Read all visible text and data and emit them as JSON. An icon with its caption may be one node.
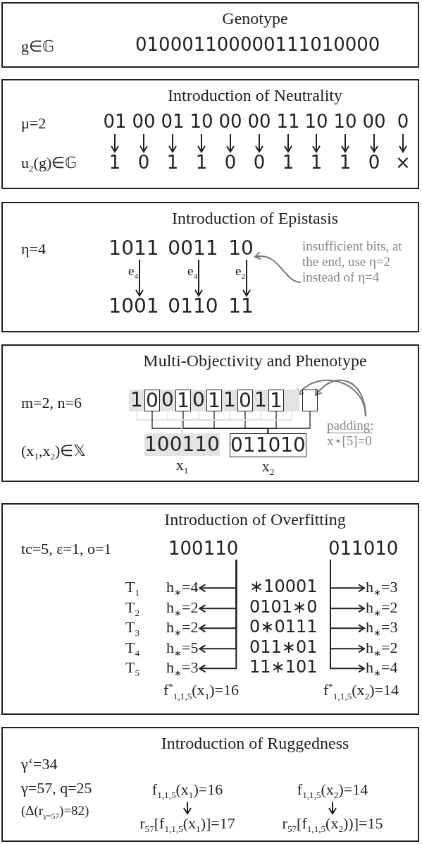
{
  "diagram": {
    "nodes": [
      {
        "text": [
          "Genotype"
        ]
      },
      {
        "text": [
          "Introduction of Neutrality"
        ]
      },
      {
        "text": [
          "01"
        ],
        "in": 1
      },
      {
        "text": [
          "00"
        ],
        "in": 1
      },
      {
        "text": [
          "01"
        ],
        "in": 1
      },
      {
        "text": [
          "10"
        ],
        "in": 1
      },
      {
        "text": [
          "00"
        ],
        "in": 1
      },
      {
        "text": [
          "00"
        ],
        "in": 1
      },
      {
        "text": [
          "11"
        ],
        "in": 1
      },
      {
        "text": [
          "10"
        ],
        "in": 1
      },
      {
        "text": [
          "10"
        ],
        "in": 1
      },
      {
        "text": [
          "00"
        ],
        "in": 1
      },
      {
        "text": [
          "0"
        ],
        "in": 1
      },
      {
        "text": [
          "1"
        ],
        "in": 1
      },
      {
        "text": [
          "0"
        ],
        "in": 1
      },
      {
        "text": [
          "1"
        ],
        "in": 1
      },
      {
        "text": [
          "1"
        ],
        "in": 1
      },
      {
        "text": [
          "0"
        ],
        "in": 1
      },
      {
        "text": [
          "0"
        ],
        "in": 1
      },
      {
        "text": [
          "1"
        ],
        "in": 1
      },
      {
        "text": [
          "1"
        ],
        "in": 1
      },
      {
        "text": [
          "1"
        ],
        "in": 1
      },
      {
        "text": [
          "0"
        ],
        "in": 1
      },
      {
        "text": [
          "×"
        ],
        "in": 1
      },
      {
        "text": [
          "Introduction of Epistasis"
        ]
      },
      {
        "text": [
          "1011"
        ],
        "in": 24
      },
      {
        "text": [
          "0011"
        ],
        "in": 24
      },
      {
        "text": [
          "10"
        ],
        "in": 24
      },
      {
        "text": [
          "1001"
        ],
        "in": 24
      },
      {
        "text": [
          "0110"
        ],
        "in": 24
      },
      {
        "text": [
          "11"
        ],
        "in": 24
      },
      {
        "text": [
          "insufficient bits, at the end, use η=2 instead of η=4"
        ],
        "in": 24
      },
      {
        "text": [
          "Multi-Objectivity and Phenotype"
        ]
      },
      {
        "text": [
          "1"
        ],
        "in": 32
      },
      {
        "text": [
          "0"
        ],
        "in": 32
      },
      {
        "text": [
          "0"
        ],
        "in": 32
      },
      {
        "text": [
          "1"
        ],
        "in": 32
      },
      {
        "text": [
          "0"
        ],
        "in": 32
      },
      {
        "text": [
          "1"
        ],
        "in": 32
      },
      {
        "text": [
          "1"
        ],
        "in": 32
      },
      {
        "text": [
          "0"
        ],
        "in": 32
      },
      {
        "text": [
          "1"
        ],
        "in": 32
      },
      {
        "text": [
          "1"
        ],
        "in": 32
      },
      {
        "text": [],
        "shape": "box",
        "in": 32
      },
      {
        "text": [],
        "shape": "box",
        "in": 32
      },
      {
        "text": [
          "100110"
        ],
        "in": 32,
        "beside": [
          "x$_{1}$"
        ]
      },
      {
        "text": [
          "011010"
        ],
        "in": 32,
        "beside": [
          "x$_{2}$"
        ]
      },
      {
        "text": [
          "padding:",
          "x⋆[5]=0"
        ],
        "in": 32
      },
      {
        "text": [
          "Introduction of Overfitting"
        ]
      },
      {
        "text": [
          "100110"
        ],
        "in": 48
      },
      {
        "text": [
          "011010"
        ],
        "in": 48
      },
      {
        "text": [
          "h$_{∗}$=4"
        ],
        "in": 48
      },
      {
        "text": [
          "h$_{∗}$=2"
        ],
        "in": 48
      },
      {
        "text": [
          "h$_{∗}$=2"
        ],
        "in": 48
      },
      {
        "text": [
          "h$_{∗}$=5"
        ],
        "in": 48
      },
      {
        "text": [
          "h$_{∗}$=3"
        ],
        "in": 48
      },
      {
        "text": [
          "h$_{∗}$=3"
        ],
        "in": 48
      },
      {
        "text": [
          "h$_{∗}$=2"
        ],
        "in": 48
      },
      {
        "text": [
          "h$_{∗}$=3"
        ],
        "in": 48
      },
      {
        "text": [
          "h$_{∗}$=2"
        ],
        "in": 48
      },
      {
        "text": [
          "h$_{∗}$=4"
        ],
        "in": 48
      },
      {
        "text": [
          "Introduction of Ruggedness"
        ]
      },
      {
        "text": [
          "f$_{1,1,5}$(x$_{1}$)=16"
        ],
        "in": 61
      },
      {
        "text": [
          "r$_{57}$[f$_{1,1,5}$(x$_{1}$)]=17"
        ],
        "in": 61
      },
      {
        "text": [
          "f$_{1,1,5}$(x$_{2}$)=14"
        ],
        "in": 61
      },
      {
        "text": [
          "r$_{57}$[f$_{1,1,5}$(x$_{2}$))]=15"
        ],
        "in": 61
      }
    ],
    "edges": [
      {
        "from": 2,
        "to": 13,
        "arrow": "to"
      },
      {
        "from": 3,
        "to": 14,
        "arrow": "to"
      },
      {
        "from": 4,
        "to": 15,
        "arrow": "to"
      },
      {
        "from": 5,
        "to": 16,
        "arrow": "to"
      },
      {
        "from": 6,
        "to": 17,
        "arrow": "to"
      },
      {
        "from": 7,
        "to": 18,
        "arrow": "to"
      },
      {
        "from": 8,
        "to": 19,
        "arrow": "to"
      },
      {
        "from": 9,
        "to": 20,
        "arrow": "to"
      },
      {
        "from": 10,
        "to": 21,
        "arrow": "to"
      },
      {
        "from": 11,
        "to": 22,
        "arrow": "to"
      },
      {
        "from": 12,
        "to": 23,
        "arrow": "to"
      },
      {
        "from": 25,
        "to": 28,
        "arrow": "to",
        "label": "e$_{4}$"
      },
      {
        "from": 26,
        "to": 29,
        "arrow": "to",
        "label": "e$_{4}$"
      },
      {
        "from": 27,
        "to": 30,
        "arrow": "to",
        "label": "e$_{2}$"
      },
      {
        "from": 31,
        "to": 27,
        "arrow": "to",
        "color": "#777777"
      },
      {
        "from": 33,
        "to": 45,
        "arrow": "none",
        "color": "#dddddd"
      },
      {
        "from": 34,
        "to": 46,
        "arrow": "none"
      },
      {
        "from": 35,
        "to": 45,
        "arrow": "none",
        "color": "#dddddd"
      },
      {
        "from": 36,
        "to": 46,
        "arrow": "none"
      },
      {
        "from": 37,
        "to": 45,
        "arrow": "none",
        "color": "#dddddd"
      },
      {
        "from": 38,
        "to": 46,
        "arrow": "none"
      },
      {
        "from": 39,
        "to": 45,
        "arrow": "none",
        "color": "#dddddd"
      },
      {
        "from": 40,
        "to": 46,
        "arrow": "none"
      },
      {
        "from": 41,
        "to": 45,
        "arrow": "none",
        "color": "#dddddd"
      },
      {
        "from": 42,
        "to": 46,
        "arrow": "none"
      },
      {
        "from": 43,
        "to": 45,
        "arrow": "none",
        "color": "#dddddd"
      },
      {
        "from": 44,
        "to": 46,
        "arrow": "none"
      },
      {
        "from": 47,
        "to": 43,
        "arrow": "to",
        "color": "#777777"
      },
      {
        "from": 47,
        "to": 44,
        "arrow": "to",
        "color": "#777777"
      },
      {
        "from": 49,
        "to": 51,
        "arrow": "to"
      },
      {
        "from": 49,
        "to": 52,
        "arrow": "to"
      },
      {
        "from": 49,
        "to": 53,
        "arrow": "to"
      },
      {
        "from": 49,
        "to": 54,
        "arrow": "to"
      },
      {
        "from": 49,
        "to": 55,
        "arrow": "to"
      },
      {
        "from": 50,
        "to": 56,
        "arrow": "to"
      },
      {
        "from": 50,
        "to": 57,
        "arrow": "to"
      },
      {
        "from": 50,
        "to": 58,
        "arrow": "to"
      },
      {
        "from": 50,
        "to": 59,
        "arrow": "to"
      },
      {
        "from": 50,
        "to": 60,
        "arrow": "to"
      },
      {
        "from": 62,
        "to": 63,
        "arrow": "to"
      },
      {
        "from": 64,
        "to": 65,
        "arrow": "to"
      }
    ],
    "labels": [
      "g∈𝔾",
      "010001100000111010000",
      "μ=2",
      "u$_{2}$(g)∈𝔾",
      "η=4",
      "m=2, n=6",
      "(x$_{1}$,x$_{2}$)∈𝕏",
      "tc=5, ε=1, o=1",
      "T$_{1}$",
      "T$_{2}$",
      "T$_{3}$",
      "T$_{4}$",
      "T$_{5}$",
      "∗10001",
      "0101∗0",
      "0∗0111",
      "011∗01",
      "11∗101",
      "f$^{*}$$_{1,1,5}$(x$_{1}$)=16",
      "f$^{*}$$_{1,1,5}$(x$_{2}$)=14",
      "γ‘=34",
      "γ=57, q=25",
      "(Δ(r$_{γ=57}$)=82)"
    ]
  }
}
